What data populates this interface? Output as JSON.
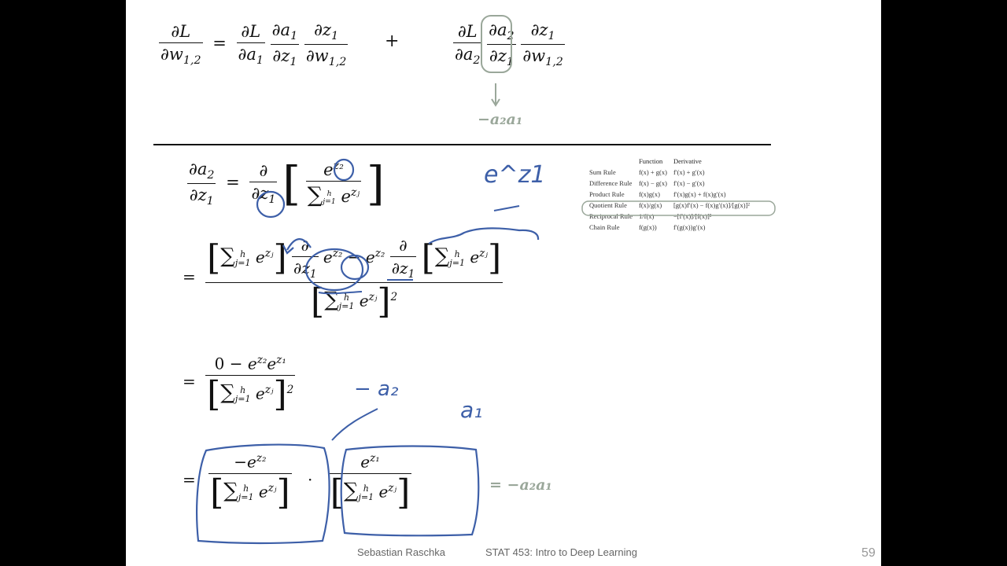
{
  "equations": {
    "top_lhs_num": "∂L",
    "top_lhs_den_main": "∂w",
    "top_lhs_den_sub": "1,2",
    "equals": "=",
    "plus": "+",
    "term1": [
      {
        "num": "∂L",
        "den": "∂a",
        "den_sub": "1"
      },
      {
        "num": "∂a",
        "num_sub": "1",
        "den": "∂z",
        "den_sub": "1"
      },
      {
        "num": "∂z",
        "num_sub": "1",
        "den": "∂w",
        "den_sub": "1,2"
      }
    ],
    "term2": [
      {
        "num": "∂L",
        "den": "∂a",
        "den_sub": "2"
      },
      {
        "num": "∂a",
        "num_sub": "2",
        "den": "∂z",
        "den_sub": "1"
      },
      {
        "num": "∂z",
        "num_sub": "1",
        "den": "∂w",
        "den_sub": "1,2"
      }
    ],
    "result_top": "−a₂a₁",
    "lhs2_num": "∂a",
    "lhs2_num_sub": "2",
    "lhs2_den": "∂z",
    "lhs2_den_sub": "1",
    "partial": "∂",
    "partial_den": "∂z",
    "partial_den_sub": "1",
    "e": "e",
    "z2_sup": "z₂",
    "z1_sup": "z₁",
    "zj_sup": "zⱼ",
    "sum_upper": "h",
    "sum_lower": "j=1",
    "minus": "−",
    "zero": "0",
    "square": "2",
    "cdot": "·",
    "result_bottom": "= −a₂a₁"
  },
  "rules_table": {
    "headers": [
      "",
      "Function",
      "Derivative"
    ],
    "rows": [
      [
        "Sum Rule",
        "f(x) + g(x)",
        "f′(x) + g′(x)"
      ],
      [
        "Difference Rule",
        "f(x) − g(x)",
        "f′(x) − g′(x)"
      ],
      [
        "Product Rule",
        "f(x)g(x)",
        "f′(x)g(x) + f(x)g′(x)"
      ],
      [
        "Quotient Rule",
        "f(x)/g(x)",
        "[g(x)f′(x) − f(x)g′(x)]/[g(x)]²"
      ],
      [
        "Reciprocal Rule",
        "1/f(x)",
        "−[f′(x)]/[f(x)]²"
      ],
      [
        "Chain Rule",
        "f(g(x))",
        "f′(g(x))g′(x)"
      ]
    ]
  },
  "annotations": {
    "handwritten_e_z1": "e^z1",
    "handwritten_minus_a2": "− a₂",
    "handwritten_a1": "a₁"
  },
  "footer": {
    "author": "Sebastian Raschka",
    "course": "STAT 453: Intro to Deep Learning",
    "page": "59"
  },
  "colors": {
    "ink_blue": "#3d5fa8",
    "highlight_grey": "#9aa79a",
    "background": "#ffffff",
    "letterbox": "#000000"
  }
}
